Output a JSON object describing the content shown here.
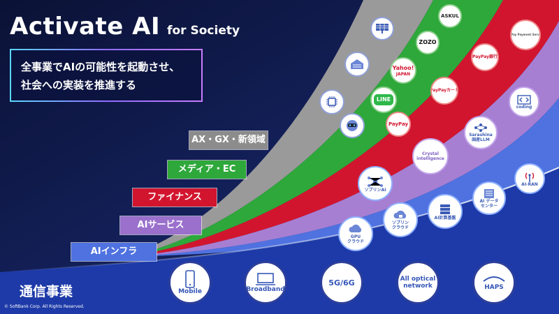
{
  "title": {
    "main": "Activate AI",
    "sub": "for Society"
  },
  "message": {
    "line1": "全事業でAIの可能性を起動させ、",
    "line2": "社会への実装を推進する"
  },
  "categories": {
    "ax": "AX・GX・新領域",
    "media": "メディア・EC",
    "finance": "ファイナンス",
    "aiservice": "AIサービス",
    "aiinfra": "AIインフラ",
    "telecom": "通信事業"
  },
  "colors": {
    "background": "#101a4a",
    "gray_band": "#9a9a9a",
    "green_band": "#2ea83a",
    "red_band": "#d2152f",
    "purple_band": "#a77fd2",
    "blue_band": "#4f72e0"
  },
  "icons": {
    "askul": {
      "logo": "ASKUL"
    },
    "zozo": {
      "logo": "ZOZO"
    },
    "ppmerchant": {
      "logo": "PayPay Payment Services",
      "label": ""
    },
    "yahoo": {
      "logo": "Yahoo!",
      "label": "JAPAN"
    },
    "line": {
      "logo": "LINE"
    },
    "paypaybank": {
      "logo": "PayPay銀行"
    },
    "paypaycard": {
      "logo": "PayPayカード"
    },
    "paypay": {
      "logo": "PayPay"
    },
    "coding": {
      "label": "coding"
    },
    "sarashina": {
      "label": "Sarashina\n国産LLM"
    },
    "crystal": {
      "label": "Crystal\nintelligence"
    },
    "airan": {
      "label": "AI-RAN"
    },
    "sovereign": {
      "label": "ソブリンAI"
    },
    "aidc": {
      "label": "AI データ\nセンター"
    },
    "aicomputer": {
      "label": "AI計算基盤"
    },
    "sovcloud": {
      "label": "ソブリン\nクラウド"
    },
    "gpucloud": {
      "label": "GPU\nクラウド"
    }
  },
  "bottom": {
    "mobile": "Mobile",
    "broadband": "Broadband",
    "fiveg": "5G/6G",
    "optical": "All optical\nnetwork",
    "haps": "HAPS"
  },
  "copyright": "© SoftBank Corp. All Rights Reserved."
}
